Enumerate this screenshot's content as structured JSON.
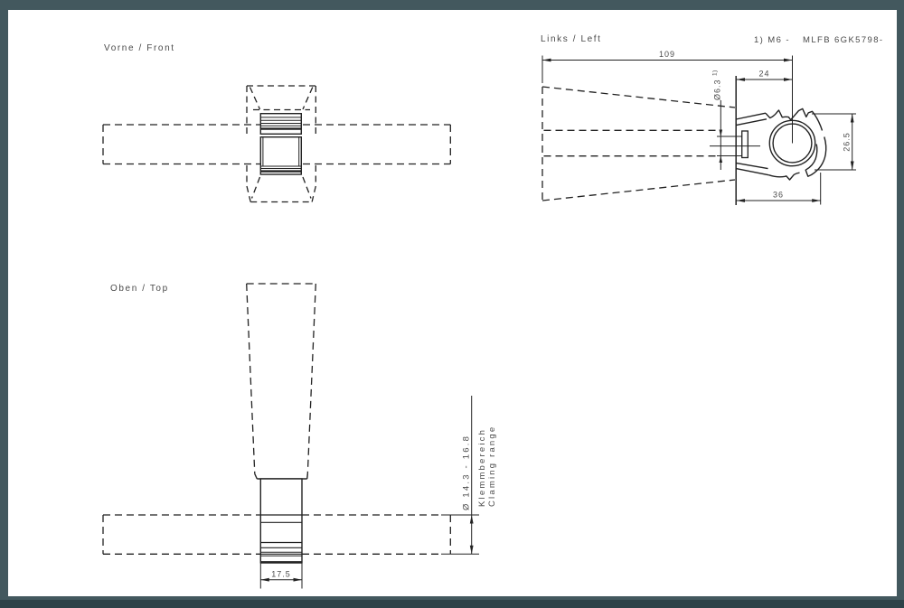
{
  "page": {
    "background": "#ffffff",
    "frame_color": "#43585e",
    "frame_bottom_color": "#2d4248",
    "line_color": "#222222",
    "text_color": "#4a4a4a"
  },
  "views": {
    "front": {
      "label": "Vorne / Front"
    },
    "left": {
      "label": "Links / Left"
    },
    "top": {
      "label": "Oben / Top"
    }
  },
  "note": {
    "footnote": "1) M6 -",
    "part_number": "MLFB 6GK5798-"
  },
  "dimensions": {
    "overall_length": "109",
    "clamp_offset": "24",
    "clamp_height": "26.5",
    "clamp_width": "36",
    "screw_hole": "Ø6.3",
    "screw_hole_footnote": "1)",
    "body_width": "17.5",
    "clamp_range_diameter": "Ø 14.3 - 16.8",
    "clamp_range_label_de": "Klemmbereich",
    "clamp_range_label_en": "Claming range"
  }
}
